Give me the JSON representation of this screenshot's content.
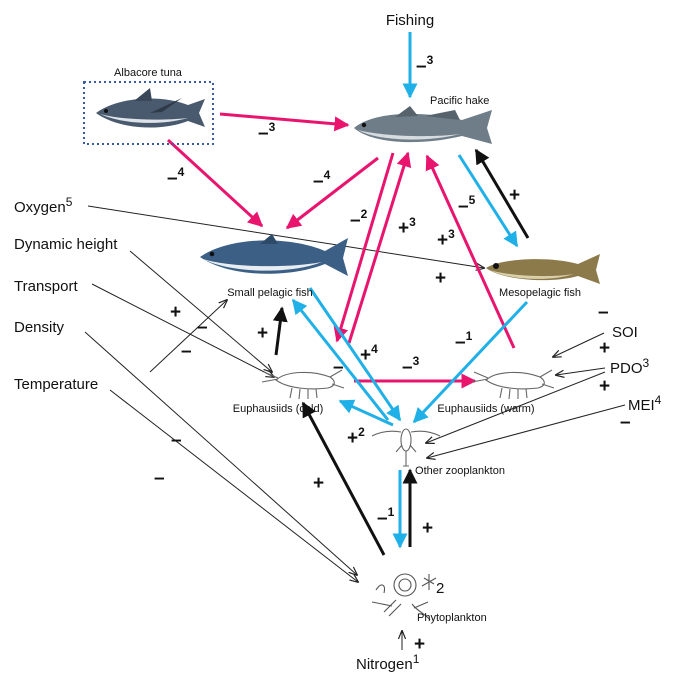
{
  "colors": {
    "pink": "#e8146e",
    "blue": "#1fb0e8",
    "black": "#111111",
    "thin": "#222222",
    "box_border": "#3a5ba0"
  },
  "icons": {
    "tuna": "albacore-tuna-icon",
    "hake": "pacific-hake-icon",
    "pelagic": "small-pelagic-fish-icon",
    "meso": "mesopelagic-fish-icon",
    "krill_cold": "krill-cold-icon",
    "krill_warm": "krill-warm-icon",
    "zoo": "copepod-icon",
    "phyto": "phytoplankton-icon"
  },
  "nodes": {
    "fishing": "Fishing",
    "tuna": "Albacore tuna",
    "hake": "Pacific hake",
    "pelagic": "Small pelagic fish",
    "meso": "Mesopelagic fish",
    "euph_cold": "Euphausiids (cold)",
    "euph_warm": "Euphausiids (warm)",
    "zoo": "Other zooplankton",
    "phyto": "Phytoplankton",
    "phyto_tag": "2"
  },
  "drivers": {
    "oxygen": "Oxygen",
    "oxygen_sup": "5",
    "dynamic_height": "Dynamic height",
    "transport": "Transport",
    "density": "Density",
    "temperature": "Temperature",
    "soi": "SOI",
    "pdo": "PDO",
    "pdo_sup": "3",
    "mei": "MEI",
    "mei_sup": "4",
    "nitrogen": "Nitrogen",
    "nitrogen_sup": "1"
  },
  "signs": {
    "fishing_hake": "–",
    "fishing_hake_sup": "3",
    "tuna_hake": "–",
    "tuna_hake_sup": "3",
    "tuna_pelagic": "–",
    "tuna_pelagic_sup": "4",
    "hake_pelagic": "–",
    "hake_pelagic_sup": "4",
    "hake_cold": "–",
    "hake_cold_sup": "2",
    "cold_hake": "+",
    "cold_hake_sup": "3",
    "hake_meso": "–",
    "hake_meso_sup": "5",
    "meso_hake": "+",
    "warm_hake": "+",
    "warm_hake_sup": "3",
    "oxygen_meso": "+",
    "dyn_cold": "–",
    "transport_cold": "+",
    "temp_pelagic": "–",
    "cold_pelagic": "+",
    "pelagic_zoo": "+",
    "pelagic_zoo_sup": "4",
    "cold_zoo": "–",
    "cold_warm": "–",
    "cold_warm_sup": "3",
    "meso_zoo": "–",
    "meso_zoo_sup": "1",
    "zoo_cold": "+",
    "zoo_cold_sup": "2",
    "phyto_cold": "+",
    "zoo_phyto": "–",
    "zoo_phyto_sup": "1",
    "phyto_zoo": "+",
    "density_phyto": "–",
    "temp_phyto": "–",
    "soi": "–",
    "pdo": "+",
    "mei_pos": "+",
    "mei_neg": "–",
    "nitrogen": "+"
  }
}
